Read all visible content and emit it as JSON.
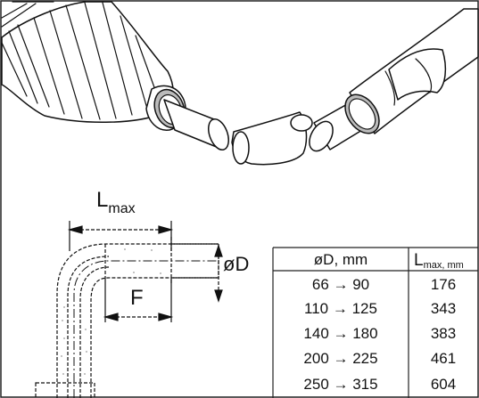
{
  "labels": {
    "lmax_main": "L",
    "lmax_sub": "max",
    "diameter": "øD",
    "f": "F"
  },
  "table": {
    "col1_header": "øD, mm",
    "col2_header_main": "L",
    "col2_header_sub": "max, mm",
    "rows": [
      {
        "range": "66 → 90",
        "lmax": "176"
      },
      {
        "range": "110 → 125",
        "lmax": "343"
      },
      {
        "range": "140 → 180",
        "lmax": "383"
      },
      {
        "range": "200 → 225",
        "lmax": "461"
      },
      {
        "range": "250 → 315",
        "lmax": "604"
      }
    ]
  }
}
